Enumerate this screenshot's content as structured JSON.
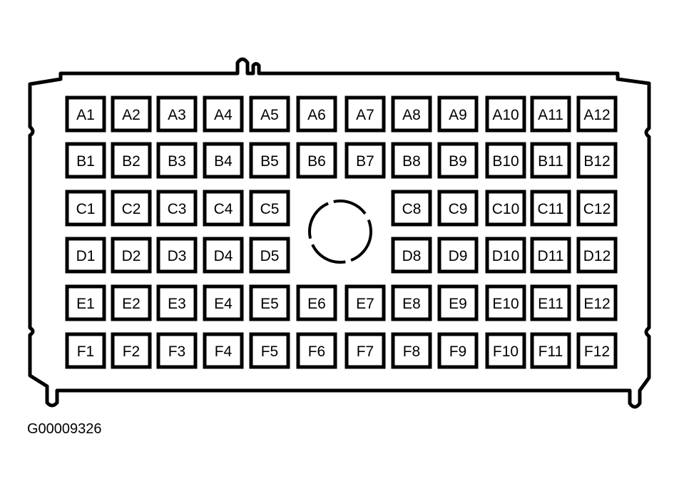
{
  "figure_id": "G00009326",
  "rows": [
    {
      "key": "A",
      "pins": [
        "A1",
        "A2",
        "A3",
        "A4",
        "A5",
        "A6",
        "A7",
        "A8",
        "A9",
        "A10",
        "A11",
        "A12"
      ]
    },
    {
      "key": "B",
      "pins": [
        "B1",
        "B2",
        "B3",
        "B4",
        "B5",
        "B6",
        "B7",
        "B8",
        "B9",
        "B10",
        "B11",
        "B12"
      ]
    },
    {
      "key": "C",
      "pins": [
        "C1",
        "C2",
        "C3",
        "C4",
        "C5",
        "",
        "",
        "C8",
        "C9",
        "C10",
        "C11",
        "C12"
      ]
    },
    {
      "key": "D",
      "pins": [
        "D1",
        "D2",
        "D3",
        "D4",
        "D5",
        "",
        "",
        "D8",
        "D9",
        "D10",
        "D11",
        "D12"
      ]
    },
    {
      "key": "E",
      "pins": [
        "E1",
        "E2",
        "E3",
        "E4",
        "E5",
        "E6",
        "E7",
        "E8",
        "E9",
        "E10",
        "E11",
        "E12"
      ]
    },
    {
      "key": "F",
      "pins": [
        "F1",
        "F2",
        "F3",
        "F4",
        "F5",
        "F6",
        "F7",
        "F8",
        "F9",
        "F10",
        "F11",
        "F12"
      ]
    }
  ],
  "colors": {
    "stroke": "#000000",
    "background": "#ffffff"
  }
}
